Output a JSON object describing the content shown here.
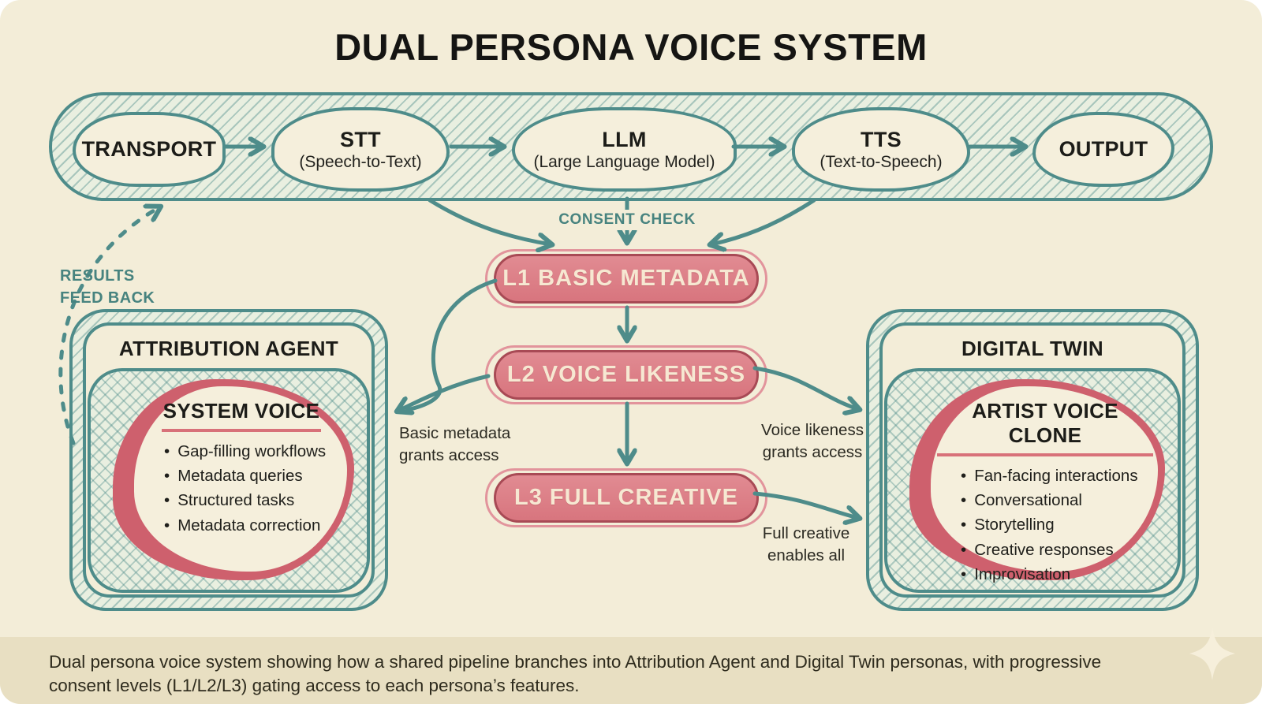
{
  "title": "DUAL PERSONA VOICE SYSTEM",
  "pipeline": {
    "nodes": [
      {
        "label": "TRANSPORT"
      },
      {
        "label": "STT",
        "sub": "(Speech-to-Text)"
      },
      {
        "label": "LLM",
        "sub": "(Large Language Model)"
      },
      {
        "label": "TTS",
        "sub": "(Text-to-Speech)"
      },
      {
        "label": "OUTPUT"
      }
    ]
  },
  "consent": {
    "check_label": "CONSENT CHECK",
    "levels": [
      {
        "label": "L1 BASIC METADATA"
      },
      {
        "label": "L2 VOICE LIKENESS"
      },
      {
        "label": "L3 FULL CREATIVE"
      }
    ]
  },
  "feedback": {
    "line1": "RESULTS",
    "line2": "FEED BACK"
  },
  "left_persona": {
    "title": "ATTRIBUTION AGENT",
    "inner_title": "SYSTEM VOICE",
    "bullets": [
      "Gap-filling workflows",
      "Metadata queries",
      "Structured tasks",
      "Metadata correction"
    ]
  },
  "right_persona": {
    "title": "DIGITAL TWIN",
    "inner_title": "ARTIST VOICE CLONE",
    "bullets": [
      "Fan-facing interactions",
      "Conversational",
      "Storytelling",
      "Creative responses",
      "Improvisation"
    ]
  },
  "edge_labels": {
    "basic": {
      "line1": "Basic metadata",
      "line2": "grants access"
    },
    "voice": {
      "line1": "Voice likeness",
      "line2": "grants access"
    },
    "full": {
      "line1": "Full creative",
      "line2": "enables all"
    }
  },
  "caption": {
    "line1": "Dual persona voice system showing how a shared pipeline branches into Attribution Agent and Digital Twin personas, with progressive",
    "line2": "consent levels (L1/L2/L3) gating access to each persona’s features."
  },
  "colors": {
    "background": "#f3edd8",
    "caption_band": "#e8dfc2",
    "teal_stroke": "#4e8c8a",
    "teal_text": "#47837f",
    "pink_fill": "#db7b83",
    "pink_border": "#a84a55",
    "pink_ring": "#e2949c",
    "blob_ring": "#ce606d",
    "pill_text": "#f6e8d2",
    "dark_text": "#20201a"
  }
}
